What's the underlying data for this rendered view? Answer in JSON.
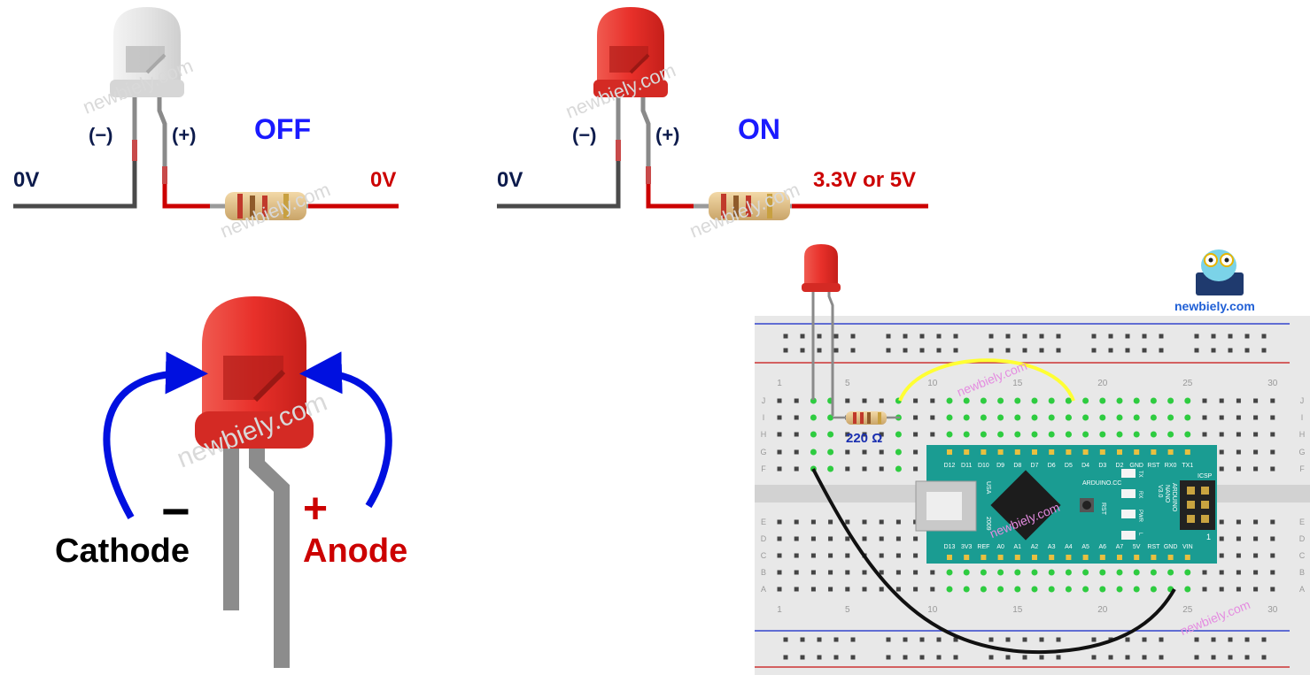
{
  "off_diagram": {
    "state": "OFF",
    "minus": "(−)",
    "plus": "(+)",
    "left_voltage": "0V",
    "right_voltage": "0V"
  },
  "on_diagram": {
    "state": "ON",
    "minus": "(−)",
    "plus": "(+)",
    "left_voltage": "0V",
    "right_voltage": "3.3V or 5V"
  },
  "polarity": {
    "minus_sign": "−",
    "plus_sign": "+",
    "cathode": "Cathode",
    "anode": "Anode"
  },
  "breadboard": {
    "resistor_value": "220 Ω",
    "row_letters_top": [
      "J",
      "I",
      "H",
      "G",
      "F"
    ],
    "row_letters_bottom": [
      "E",
      "D",
      "C",
      "B",
      "A"
    ],
    "column_numbers": [
      "1",
      "5",
      "10",
      "15",
      "20",
      "25",
      "30"
    ]
  },
  "nano": {
    "top_pins": [
      "D12",
      "D11",
      "D10",
      "D9",
      "D8",
      "D7",
      "D6",
      "D5",
      "D4",
      "D3",
      "D2",
      "GND",
      "RST",
      "RX0",
      "TX1"
    ],
    "bottom_pins": [
      "D13",
      "3V3",
      "REF",
      "A0",
      "A1",
      "A2",
      "A3",
      "A4",
      "A5",
      "A6",
      "A7",
      "5V",
      "RST",
      "GND",
      "VIN"
    ],
    "brand": "ARDUINO.CC",
    "model": [
      "ARDUINO",
      "NANO",
      "V3.0"
    ],
    "usa": "USA",
    "year": "2009",
    "icsp": "ICSP",
    "rst": "RST",
    "led_labels": [
      "TX",
      "RX",
      "PWR",
      "L"
    ],
    "pin_one": "1"
  },
  "logo": {
    "text": "newbiely.com"
  },
  "watermark": "newbiely.com",
  "colors": {
    "led_red": "#e8302a",
    "led_off": "#e6e6e6",
    "wire_gray": "#4a4a4a",
    "wire_red": "#cc0000",
    "arrow_blue": "#0010e0",
    "board_teal": "#1a9c92",
    "jumper_yellow": "#ffff33",
    "label_navy": "#0d1b4c"
  }
}
